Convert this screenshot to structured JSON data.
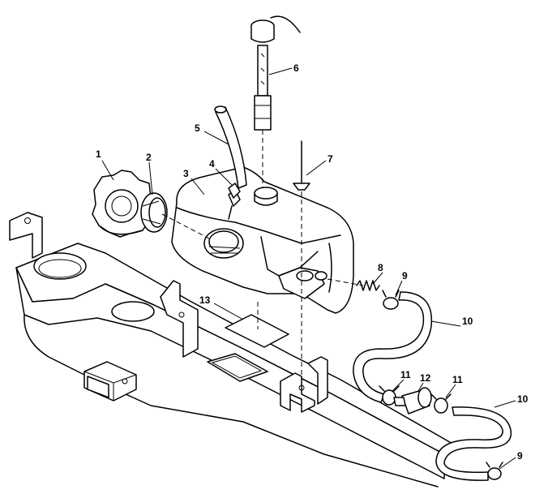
{
  "callouts": [
    {
      "id": "c1",
      "text": "1"
    },
    {
      "id": "c2",
      "text": "2"
    },
    {
      "id": "c3",
      "text": "3"
    },
    {
      "id": "c4",
      "text": "4"
    },
    {
      "id": "c5",
      "text": "5"
    },
    {
      "id": "c6",
      "text": "6"
    },
    {
      "id": "c7",
      "text": "7"
    },
    {
      "id": "c8",
      "text": "8"
    },
    {
      "id": "c9a",
      "text": "9"
    },
    {
      "id": "c10a",
      "text": "10"
    },
    {
      "id": "c11a",
      "text": "11"
    },
    {
      "id": "c12",
      "text": "12"
    },
    {
      "id": "c11b",
      "text": "11"
    },
    {
      "id": "c10b",
      "text": "10"
    },
    {
      "id": "c9b",
      "text": "9"
    },
    {
      "id": "c13",
      "text": "13"
    }
  ]
}
